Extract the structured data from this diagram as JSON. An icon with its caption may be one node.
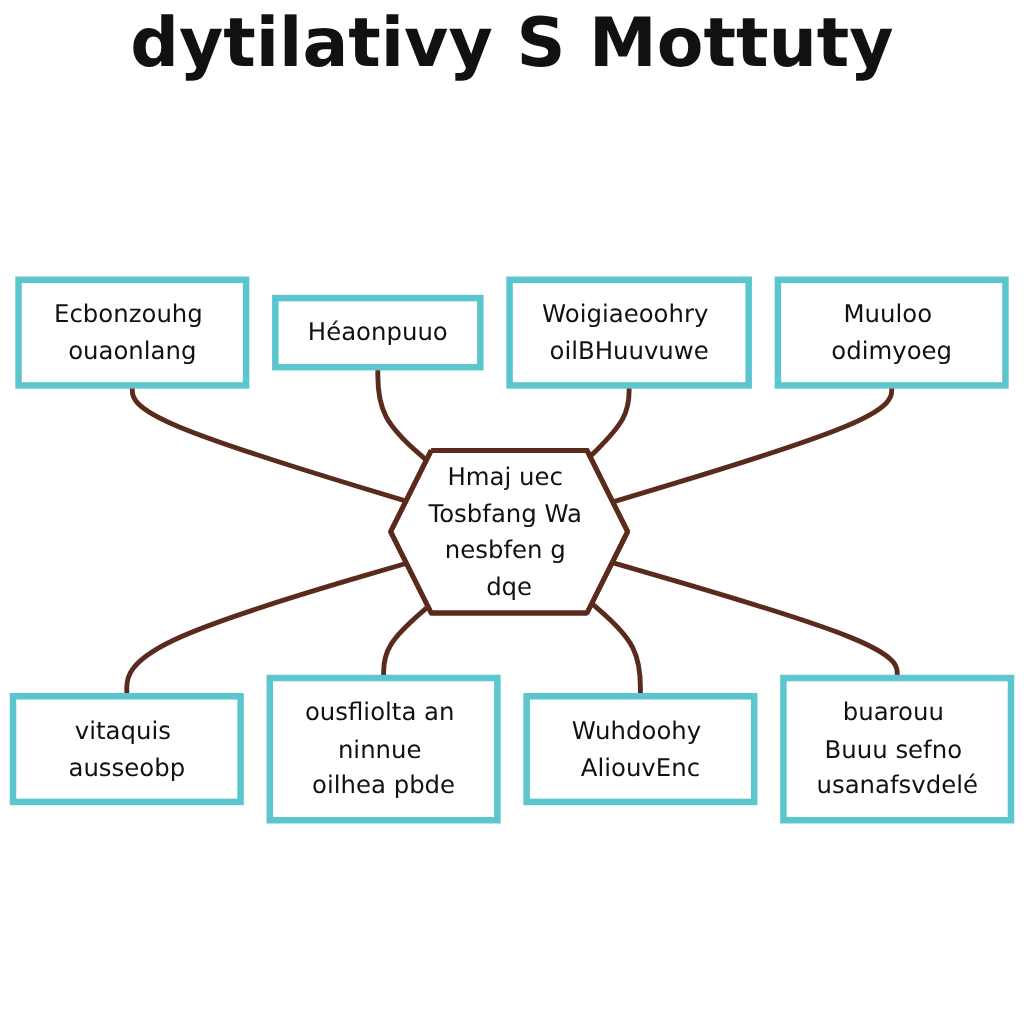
{
  "diagram": {
    "title": "dytilativy S Mottuty",
    "nodes": [
      {
        "text": [
          "Ecbonzouhg ouaonlang"
        ]
      },
      {
        "text": [
          "Héaonpuuo"
        ]
      },
      {
        "text": [
          "Woigiaeoohry oilBHuuvuwe"
        ]
      },
      {
        "text": [
          "Muuloo odimyoeg"
        ]
      },
      {
        "text": [
          "Hmaj uec Tosbfang Wa nesbfen g dqe"
        ]
      },
      {
        "text": [
          "vitaquis ausseobp"
        ]
      },
      {
        "text": [
          "ousfliolta an ninnue oilhea pbde"
        ]
      },
      {
        "text": [
          "Wuhdoohy AliouvEnc"
        ]
      },
      {
        "text": [
          "buarouu Buuu sefno usanafsvdelé"
        ]
      }
    ],
    "edges": [
      {
        "from": 0,
        "to": 4,
        "arrow": "none"
      },
      {
        "from": 1,
        "to": 4,
        "arrow": "none"
      },
      {
        "from": 2,
        "to": 4,
        "arrow": "none"
      },
      {
        "from": 3,
        "to": 4,
        "arrow": "none"
      },
      {
        "from": 4,
        "to": 5,
        "arrow": "none"
      },
      {
        "from": 4,
        "to": 6,
        "arrow": "none"
      },
      {
        "from": 4,
        "to": 7,
        "arrow": "none"
      },
      {
        "from": 4,
        "to": 8,
        "arrow": "none"
      }
    ]
  }
}
